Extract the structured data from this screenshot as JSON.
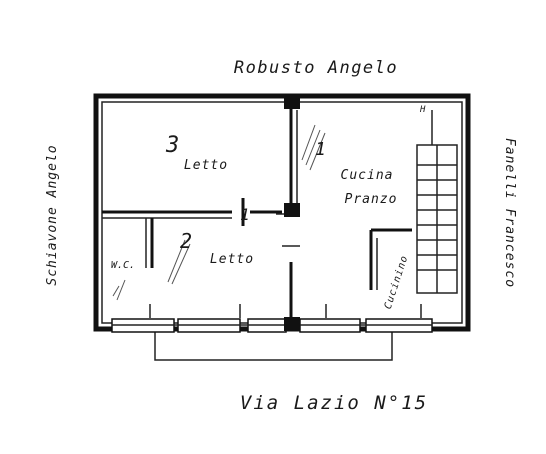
{
  "neighbors": {
    "top": "Robusto Angelo",
    "left": "Schiavone Angelo",
    "right": "Fanelli Francesco"
  },
  "street": "Via Lazio N°15",
  "rooms": [
    {
      "number": "3",
      "name": "Letto"
    },
    {
      "number": "2",
      "name": "Letto"
    },
    {
      "number": "1",
      "name": "Cucina",
      "name2": "Pranzo"
    }
  ],
  "bath_label": "W.C.",
  "kitchenette_label": "Cucinino",
  "corridor_mark": "1",
  "stair_mark": "H"
}
